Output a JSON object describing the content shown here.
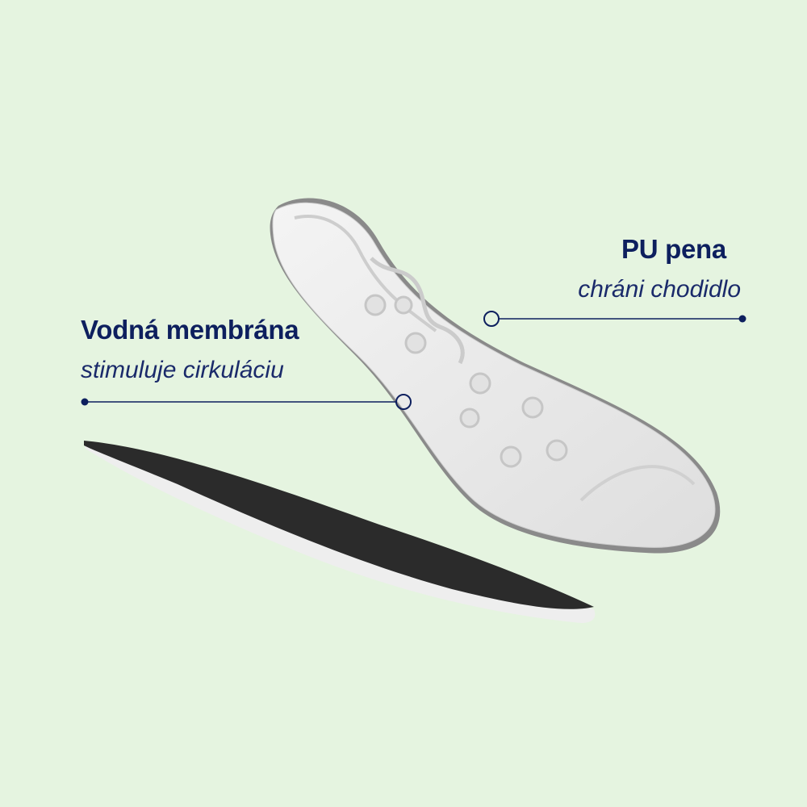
{
  "callouts": {
    "pu_foam": {
      "title": "PU pena",
      "subtitle": "chráni chodidlo"
    },
    "water_membrane": {
      "title": "Vodná membrána",
      "subtitle": "stimuluje cirkuláciu"
    }
  },
  "colors": {
    "background": "#e5f4e0",
    "accent": "#0d1f5e"
  }
}
